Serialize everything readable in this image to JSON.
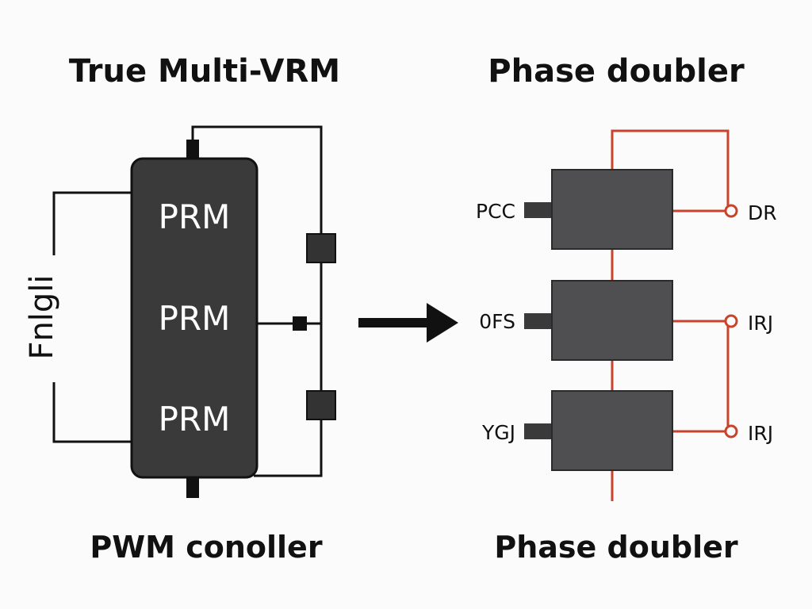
{
  "left": {
    "title": "True Multi-VRM",
    "caption": "PWM conoller",
    "side_label": "Fnlgli",
    "blocks": [
      "PRM",
      "PRM",
      "PRM"
    ]
  },
  "right": {
    "title": "Phase doubler",
    "caption": "Phase doubler",
    "inputs": [
      "PCC",
      "0FS",
      "YGJ"
    ],
    "outputs": [
      "DR",
      "IRJ",
      "IRJ"
    ]
  },
  "colors": {
    "block": "#3a3a3a",
    "block_right": "#4f4f51",
    "wire": "#111111",
    "accent": "#c8432b",
    "background": "#fbfbfb"
  },
  "icons": {
    "arrow": "right-arrow-icon"
  }
}
